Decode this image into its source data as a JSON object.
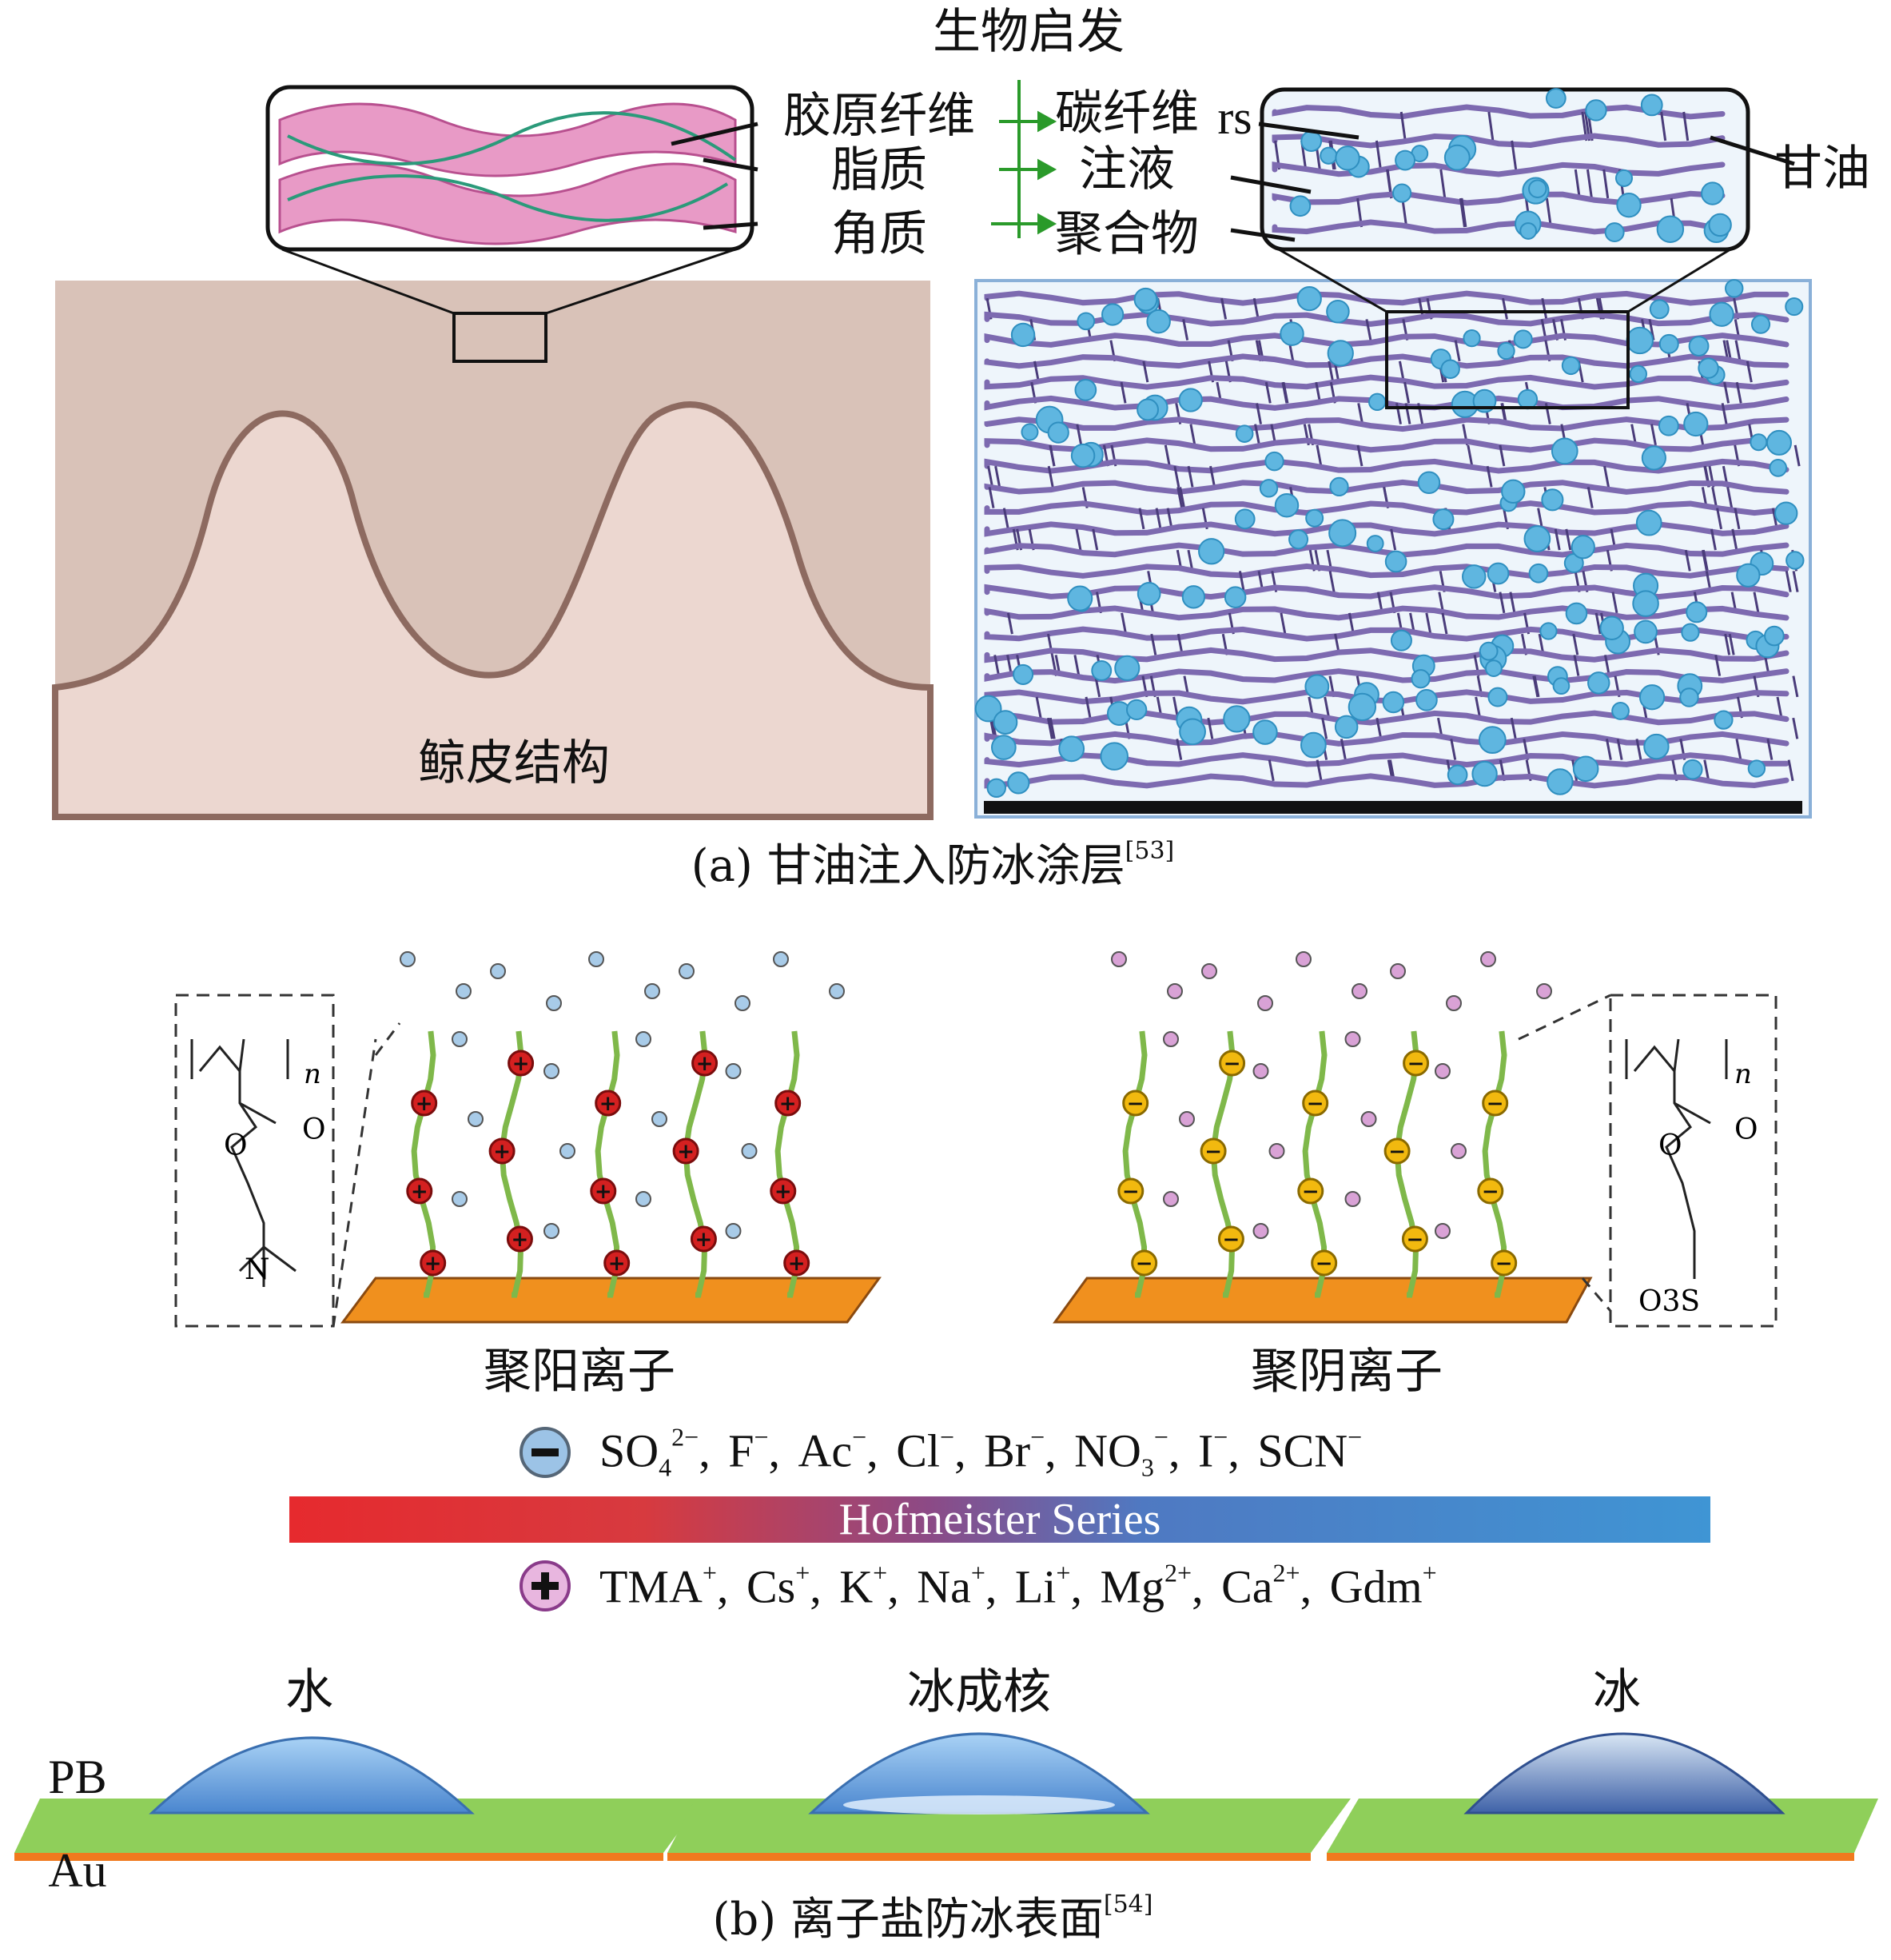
{
  "part_a": {
    "title": "生物启发",
    "left_labels": [
      "胶原纤维",
      "脂质",
      "角质"
    ],
    "right_labels": [
      "碳纤维",
      "注液",
      "聚合物"
    ],
    "rs_label": "rs",
    "glycerol_label": "甘油",
    "whale_skin_label": "鲸皮结构",
    "caption": "(a)  甘油注入防冰涂层",
    "caption_ref": "[53]"
  },
  "part_b": {
    "polycation_label": "聚阳离子",
    "polyanion_label": "聚阴离子",
    "cation_struct": {
      "n": "n",
      "o1": "O",
      "o2": "O",
      "n_atom": "N"
    },
    "anion_struct": {
      "n": "n",
      "o1": "O",
      "o2": "O",
      "so3": "O3S"
    },
    "anions": [
      {
        "base": "SO",
        "sub": "4",
        "sup": "2−"
      },
      {
        "base": "F",
        "sup": "−"
      },
      {
        "base": "Ac",
        "sup": "−"
      },
      {
        "base": "Cl",
        "sup": "−"
      },
      {
        "base": "Br",
        "sup": "−"
      },
      {
        "base": "NO",
        "sub": "3",
        "sup": "−"
      },
      {
        "base": "I",
        "sup": "−"
      },
      {
        "base": "SCN",
        "sup": "−"
      }
    ],
    "hofmeister_label": "Hofmeister Series",
    "cations": [
      {
        "base": "TMA",
        "sup": "+"
      },
      {
        "base": "Cs",
        "sup": "+"
      },
      {
        "base": "K",
        "sup": "+"
      },
      {
        "base": "Na",
        "sup": "+"
      },
      {
        "base": "Li",
        "sup": "+"
      },
      {
        "base": "Mg",
        "sup": "2+"
      },
      {
        "base": "Ca",
        "sup": "2+"
      },
      {
        "base": "Gdm",
        "sup": "+"
      }
    ],
    "stage_labels": [
      "水",
      "冰成核",
      "冰"
    ],
    "pb_label": "PB",
    "au_label": "Au",
    "caption": "(b) 离子盐防冰表面",
    "caption_ref": "[54]",
    "colors": {
      "cation": "#d42020",
      "anion_bead": "#f2b90f",
      "chain": "#7fb84a",
      "substrate": "#f0901e",
      "pb_layer": "#8fcf5a",
      "au_layer": "#f07a1e",
      "droplet": "#6aa8e0"
    }
  }
}
